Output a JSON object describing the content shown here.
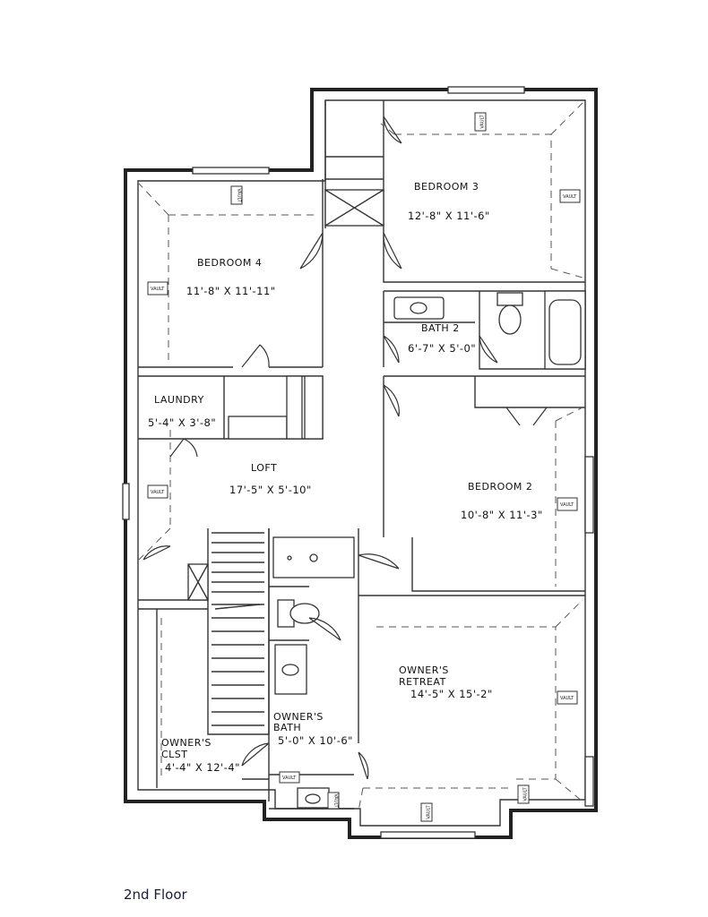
{
  "plan_label": "2nd Floor",
  "vent_label": "VAULT",
  "rooms": {
    "bedroom3": {
      "name": "BEDROOM 3",
      "size": "12'-8\" X 11'-6\""
    },
    "bedroom4": {
      "name": "BEDROOM 4",
      "size": "11'-8\" X 11'-11\""
    },
    "bath2": {
      "name": "BATH 2",
      "size": "6'-7\" X 5'-0\""
    },
    "laundry": {
      "name": "LAUNDRY",
      "size": "5'-4\" X 3'-8\""
    },
    "loft": {
      "name": "LOFT",
      "size": "17'-5\" X 5'-10\""
    },
    "bedroom2": {
      "name": "BEDROOM 2",
      "size": "10'-8\" X 11'-3\""
    },
    "owners_retreat": {
      "name_line1": "OWNER'S",
      "name_line2": "RETREAT",
      "size": "14'-5\" X 15'-2\""
    },
    "owners_bath": {
      "name_line1": "OWNER'S",
      "name_line2": "BATH",
      "size": "5'-0\" X 10'-6\""
    },
    "owners_closet": {
      "name_line1": "OWNER'S",
      "name_line2": "CLST",
      "size": "4'-4\" X 12'-4\""
    }
  }
}
